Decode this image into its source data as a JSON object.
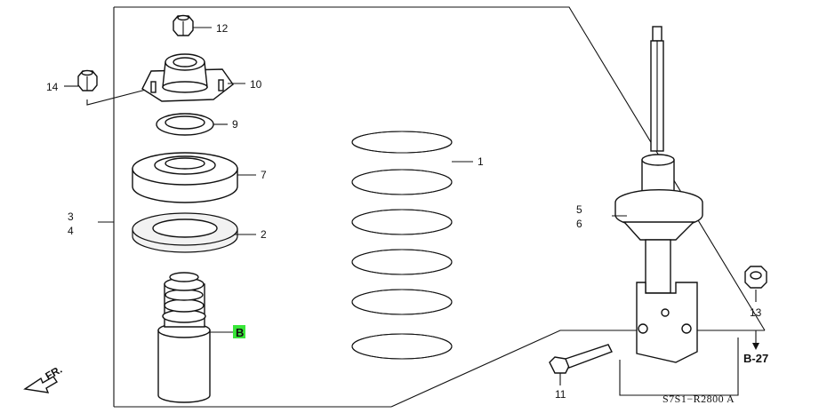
{
  "diagram": {
    "callouts": [
      {
        "id": "c12",
        "text": "12"
      },
      {
        "id": "c14",
        "text": "14"
      },
      {
        "id": "c10",
        "text": "10"
      },
      {
        "id": "c9",
        "text": "9"
      },
      {
        "id": "c7",
        "text": "7"
      },
      {
        "id": "c3",
        "text": "3"
      },
      {
        "id": "c4",
        "text": "4"
      },
      {
        "id": "c2",
        "text": "2"
      },
      {
        "id": "c1",
        "text": "1"
      },
      {
        "id": "c5",
        "text": "5"
      },
      {
        "id": "c6",
        "text": "6"
      },
      {
        "id": "c13",
        "text": "13"
      },
      {
        "id": "c11",
        "text": "11"
      }
    ],
    "ref_b": "B",
    "ref_b27": "B-27",
    "front_label": "FR.",
    "drawing_code": "S7S1−R2800 A",
    "colors": {
      "line": "#111111",
      "highlight": "#39e639"
    }
  }
}
